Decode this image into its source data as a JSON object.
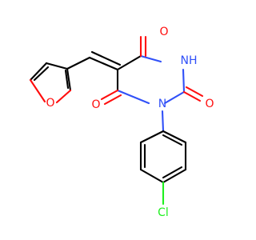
{
  "colors": {
    "carbon_bond": "#000000",
    "oxygen": "#ff0d0d",
    "nitrogen": "#3050f8",
    "chlorine": "#1ff01f",
    "background": "#ffffff"
  },
  "atoms": {
    "furan_oxygen": "O",
    "carbonyl_oxygen_top": "O",
    "carbonyl_oxygen_left": "O",
    "carbonyl_oxygen_right": "O",
    "amide_nitrogen": "N",
    "imide_nh": "NH",
    "chlorine": "Cl"
  }
}
